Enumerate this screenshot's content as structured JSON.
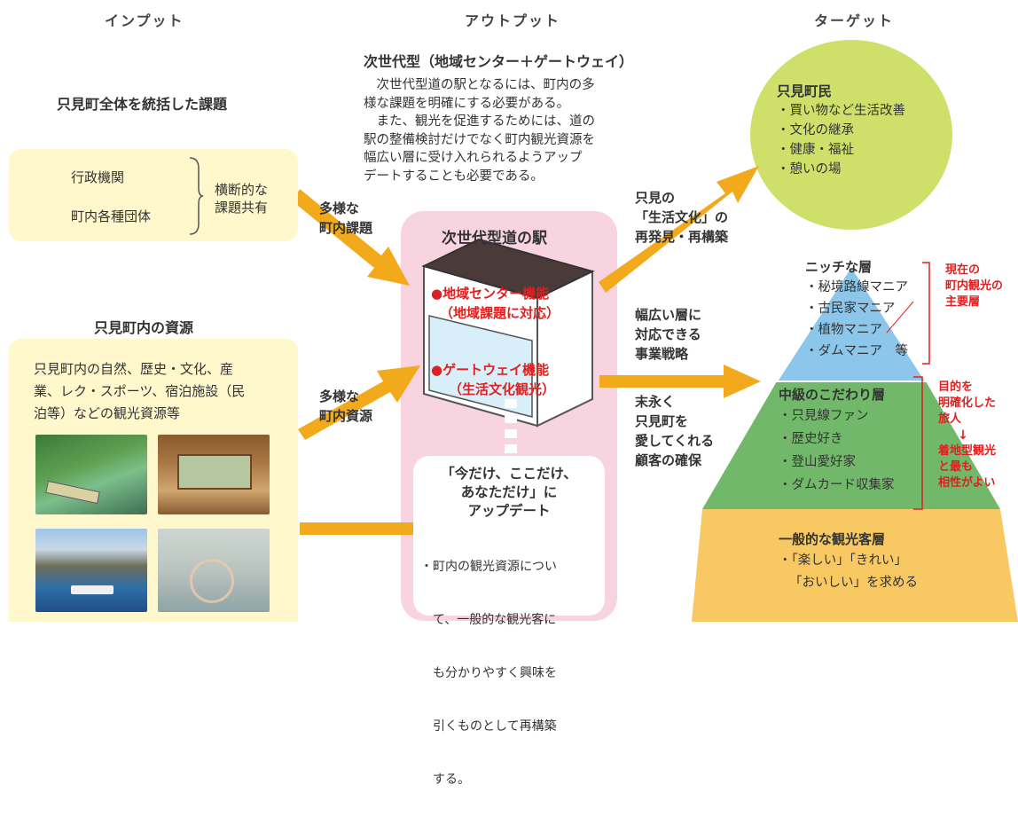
{
  "columns": {
    "input": "インプット",
    "output": "アウトプット",
    "target": "ターゲット"
  },
  "input": {
    "issues_title": "只見町全体を統括した課題",
    "issues_items": [
      "行政機関",
      "町内各種団体"
    ],
    "issues_share": [
      "横断的な",
      "課題共有"
    ],
    "resources_title": "只見町内の資源",
    "resources_text": [
      "只見町内の自然、歴史・文化、産",
      "業、レク・スポーツ、宿泊施設（民",
      "泊等）などの観光資源等"
    ],
    "photos": [
      "forest-train-photo",
      "wooden-room-photo",
      "lake-boat-photo",
      "misty-lake-photo"
    ]
  },
  "arrow_labels": {
    "issues": [
      "多様な",
      "町内課題"
    ],
    "resources": [
      "多様な",
      "町内資源"
    ],
    "life_culture": [
      "只見の",
      "「生活文化」の",
      "再発見・再構築"
    ],
    "strategy": [
      "幅広い層に",
      "対応できる",
      "事業戦略"
    ],
    "customers": [
      "末永く",
      "只見町を",
      "愛してくれる",
      "顧客の確保"
    ]
  },
  "output": {
    "heading": "次世代型（地域センター＋ゲートウェイ）",
    "desc": [
      "　次世代型道の駅となるには、町内の多",
      "様な課題を明確にする必要がある。",
      "　また、観光を促進するためには、道の",
      "駅の整備検討だけでなく町内観光資源を",
      "幅広い層に受け入れられるようアップ",
      "デートすることも必要である。"
    ],
    "station_title": "次世代型道の駅",
    "func1": [
      "●地域センター機能",
      "（地域課題に対応）"
    ],
    "func2": [
      "●ゲートウェイ機能",
      "（生活文化観光）"
    ],
    "update_title": [
      "「今だけ、ここだけ、",
      "あなただけ」に",
      "アップデート"
    ],
    "update_text": [
      "・町内の観光資源につい",
      "　て、一般的な観光客に",
      "　も分かりやすく興味を",
      "　引くものとして再構築",
      "　する。"
    ]
  },
  "target": {
    "residents_title": "只見町民",
    "residents_items": [
      "・買い物など生活改善",
      "・文化の継承",
      "・健康・福祉",
      "・憩いの場"
    ],
    "niche_title": "ニッチな層",
    "niche_items": [
      "・秘境路線マニア",
      "・古民家マニア",
      "・植物マニア",
      "・ダムマニア　等"
    ],
    "mid_title": "中級のこだわり層",
    "mid_items": [
      "・只見線ファン",
      "・歴史好き",
      "・登山愛好家",
      "・ダムカード収集家"
    ],
    "general_title": "一般的な観光客層",
    "general_items": [
      "・「楽しい」「きれい」",
      "「おいしい」を求める"
    ],
    "note_current": [
      "現在の",
      "町内観光の",
      "主要層"
    ],
    "note_purpose": [
      "目的を",
      "明確化した",
      "旅人"
    ],
    "note_arrow": "↓",
    "note_best": [
      "着地型観光",
      "と最も",
      "相性がよい"
    ]
  },
  "colors": {
    "arrow": "#f2a91c",
    "yellow": "#fff8cc",
    "pink": "#f8d3e0",
    "green": "#cfe06a",
    "red": "#e02020",
    "blue": "#8cc6ea",
    "pyramid_green": "#72b86a",
    "pyramid_orange": "#f8c862"
  }
}
